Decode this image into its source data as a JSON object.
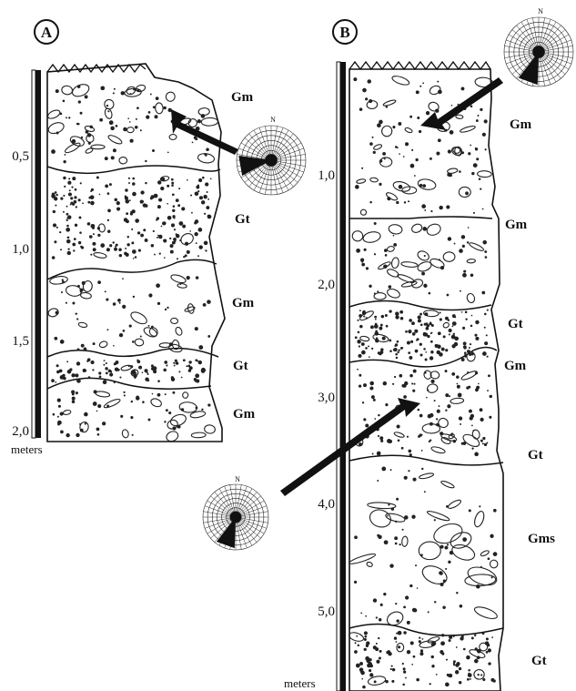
{
  "panels": {
    "a": {
      "label": "A",
      "scale_ticks": [
        "0,5",
        "1,0",
        "1,5",
        "2,0"
      ],
      "unit": "meters",
      "facies": [
        "Gm",
        "Gt",
        "Gm",
        "Gt",
        "Gm"
      ]
    },
    "b": {
      "label": "B",
      "scale_ticks": [
        "1,0",
        "2,0",
        "3,0",
        "4,0",
        "5,0"
      ],
      "unit": "meters",
      "facies": [
        "Gm",
        "Gm",
        "Gt",
        "Gm",
        "Gt",
        "Gms",
        "Gt"
      ]
    }
  },
  "rose": {
    "north_label": "N"
  }
}
